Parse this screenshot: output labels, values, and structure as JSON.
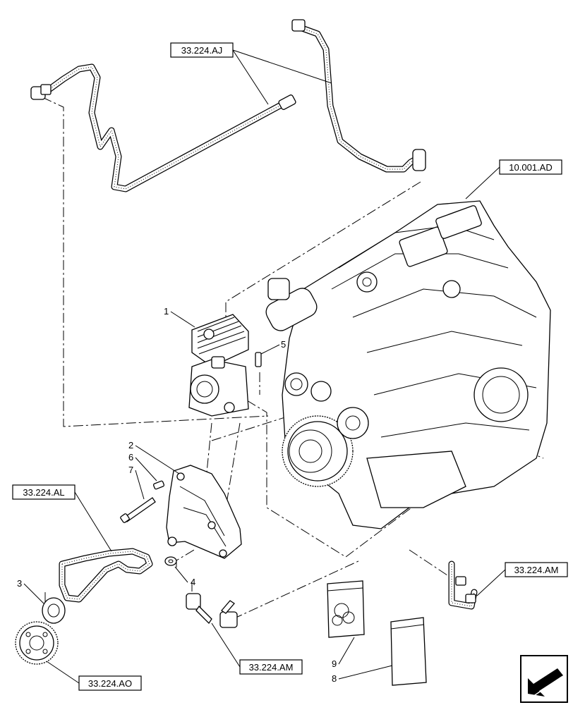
{
  "references": [
    {
      "id": "aj",
      "label": "33.224.AJ"
    },
    {
      "id": "ad",
      "label": "10.001.AD"
    },
    {
      "id": "al",
      "label": "33.224.AL"
    },
    {
      "id": "am_right",
      "label": "33.224.AM"
    },
    {
      "id": "am_bottom",
      "label": "33.224.AM"
    },
    {
      "id": "ao",
      "label": "33.224.AO"
    }
  ],
  "callouts": {
    "c1": "1",
    "c2": "2",
    "c3": "3",
    "c4": "4",
    "c5": "5",
    "c6": "6",
    "c7": "7",
    "c8": "8",
    "c9": "9"
  },
  "icons": {
    "nav": "arrow-down-left-icon"
  }
}
